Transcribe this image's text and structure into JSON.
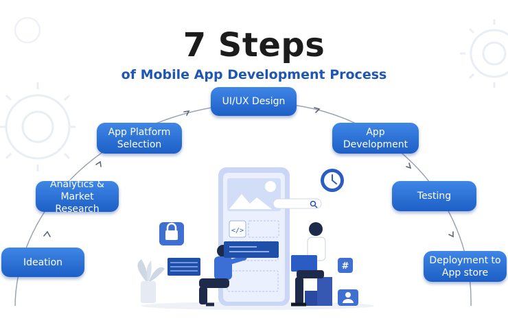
{
  "header": {
    "title": "7 Steps",
    "subtitle": "of Mobile App Development Process"
  },
  "steps": [
    {
      "line1": "Ideation",
      "line2": ""
    },
    {
      "line1": "Analytics &",
      "line2": "Market Research"
    },
    {
      "line1": "App Platform",
      "line2": "Selection"
    },
    {
      "line1": "UI/UX Design",
      "line2": ""
    },
    {
      "line1": "App",
      "line2": "Development"
    },
    {
      "line1": "Testing",
      "line2": ""
    },
    {
      "line1": "Deployment to",
      "line2": "App store"
    }
  ],
  "illustration": {
    "code_tag": "</>",
    "hash_tag": "#"
  },
  "colors": {
    "title": "#1c1c1c",
    "accent_blue": "#1f56b4",
    "pill_top": "#3f86e6",
    "pill_bottom": "#1d5fc6",
    "arc": "#9aa3b2",
    "gear": "#eef1f6",
    "phone_light": "#dfe7fb"
  }
}
